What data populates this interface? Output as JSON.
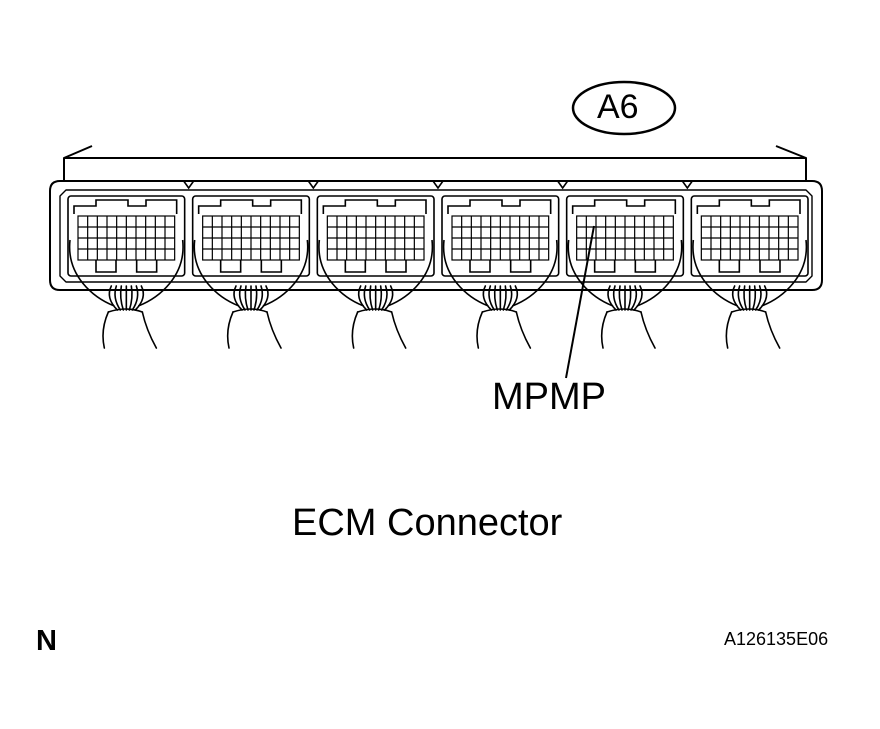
{
  "diagram": {
    "connector_id": "A6",
    "terminal_label": "MPMP",
    "caption": "ECM Connector",
    "view_mark": "N",
    "figure_code": "A126135E06",
    "connector_count": 6,
    "stroke_color": "#000000",
    "background_color": "#ffffff"
  }
}
